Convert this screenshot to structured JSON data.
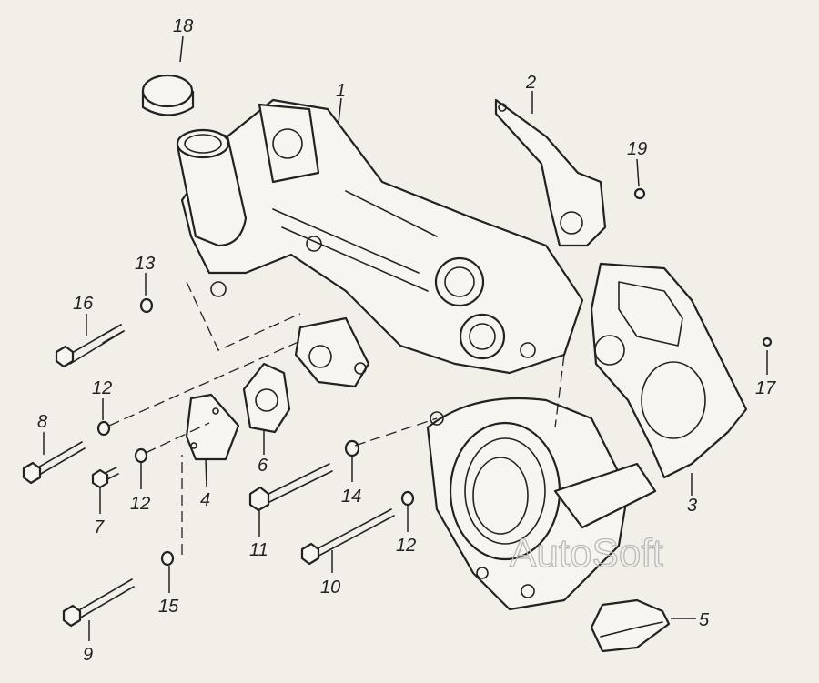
{
  "diagram": {
    "type": "exploded-parts-diagram",
    "watermark": "AutoSoft",
    "callouts": [
      {
        "id": "c1",
        "label": "1"
      },
      {
        "id": "c2",
        "label": "2"
      },
      {
        "id": "c3",
        "label": "3"
      },
      {
        "id": "c4",
        "label": "4"
      },
      {
        "id": "c5",
        "label": "5"
      },
      {
        "id": "c6",
        "label": "6"
      },
      {
        "id": "c7",
        "label": "7"
      },
      {
        "id": "c8",
        "label": "8"
      },
      {
        "id": "c9",
        "label": "9"
      },
      {
        "id": "c10",
        "label": "10"
      },
      {
        "id": "c11",
        "label": "11"
      },
      {
        "id": "c12a",
        "label": "12"
      },
      {
        "id": "c12b",
        "label": "12"
      },
      {
        "id": "c12c",
        "label": "12"
      },
      {
        "id": "c13",
        "label": "13"
      },
      {
        "id": "c14",
        "label": "14"
      },
      {
        "id": "c15",
        "label": "15"
      },
      {
        "id": "c16",
        "label": "16"
      },
      {
        "id": "c17",
        "label": "17"
      },
      {
        "id": "c18",
        "label": "18"
      },
      {
        "id": "c19",
        "label": "19"
      }
    ]
  }
}
